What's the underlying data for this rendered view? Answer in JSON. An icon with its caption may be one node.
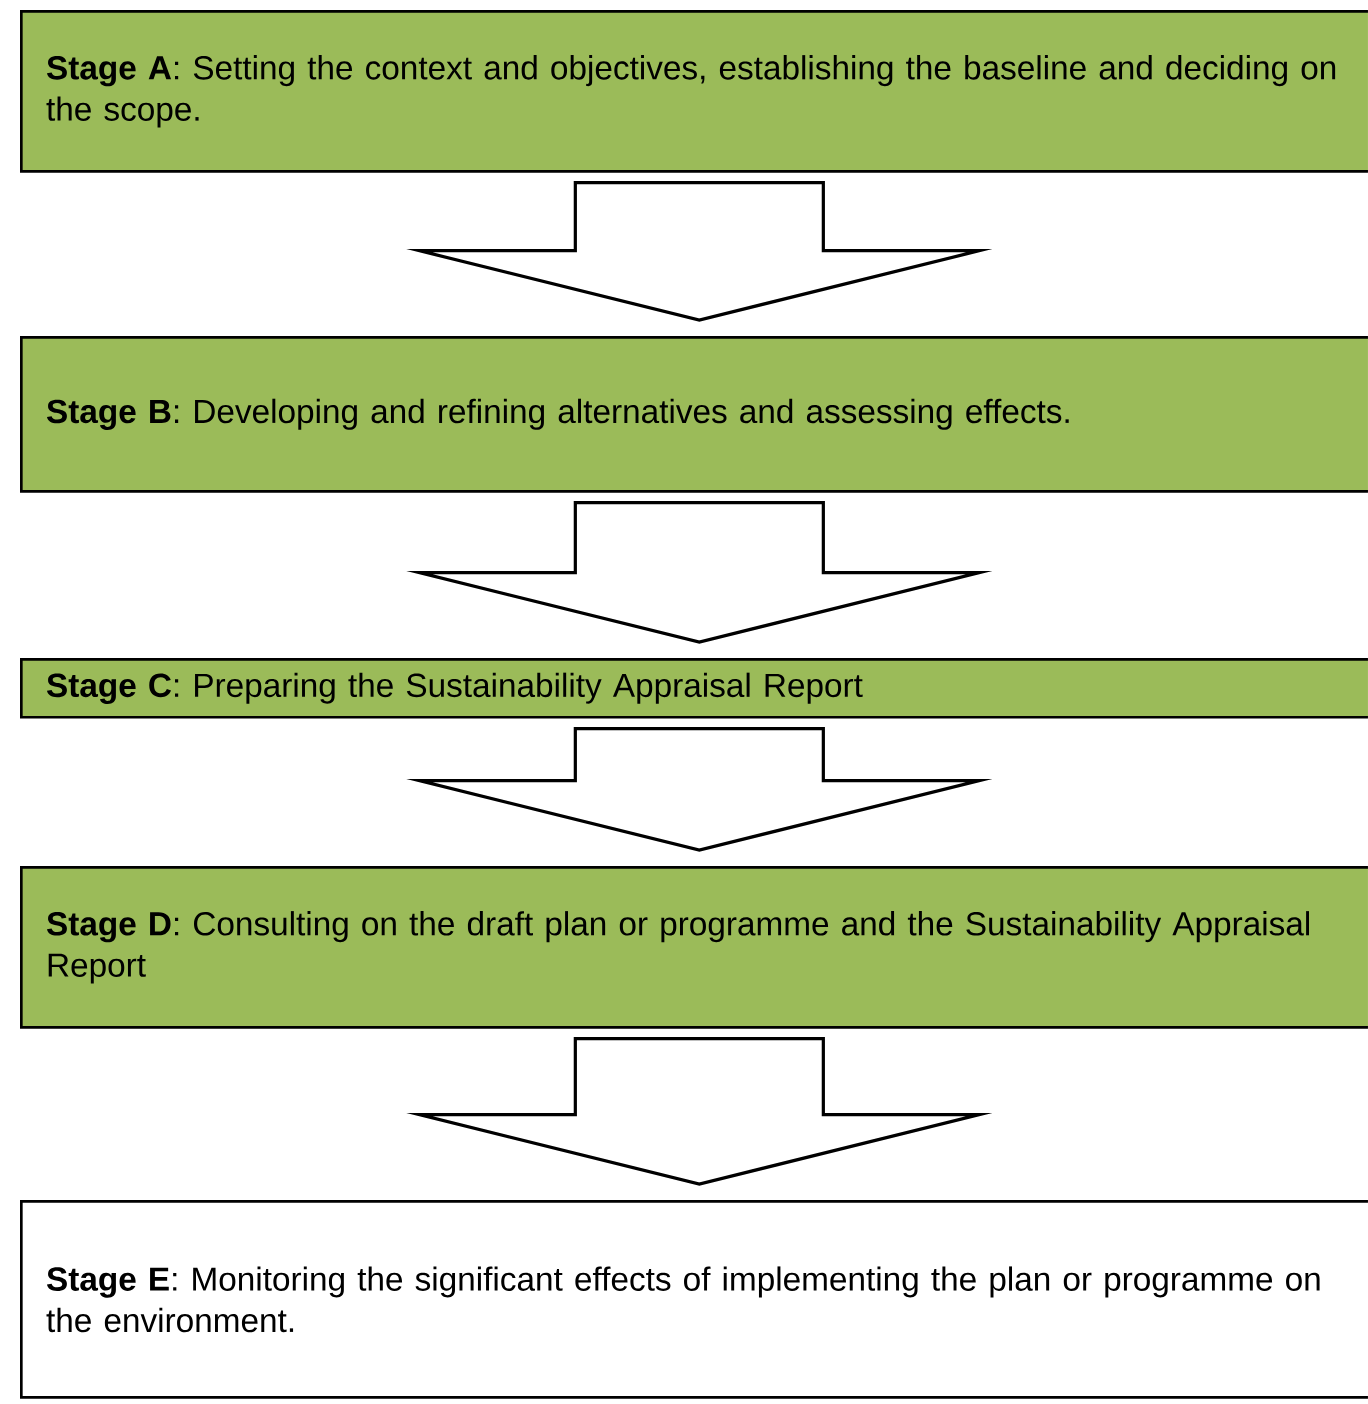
{
  "diagram": {
    "nodes": [
      {
        "text": [
          "**Stage A**: Setting the context and objectives, establishing the baseline and deciding on the scope."
        ]
      },
      {
        "text": [
          "**Stage B**: Developing and refining alternatives and assessing effects."
        ]
      },
      {
        "text": [
          "**Stage C**: Preparing the Sustainability Appraisal Report"
        ]
      },
      {
        "text": [
          "**Stage D**: Consulting on the draft plan or programme and the Sustainability Appraisal Report"
        ]
      },
      {
        "text": [
          "**Stage E**: Monitoring the significant effects of implementing the plan or programme on the environment."
        ]
      }
    ],
    "edges": [
      {
        "from": 0,
        "to": 1,
        "arrow": "to"
      },
      {
        "from": 1,
        "to": 2,
        "arrow": "to"
      },
      {
        "from": 2,
        "to": 3,
        "arrow": "to"
      },
      {
        "from": 3,
        "to": 4,
        "arrow": "to"
      }
    ]
  }
}
